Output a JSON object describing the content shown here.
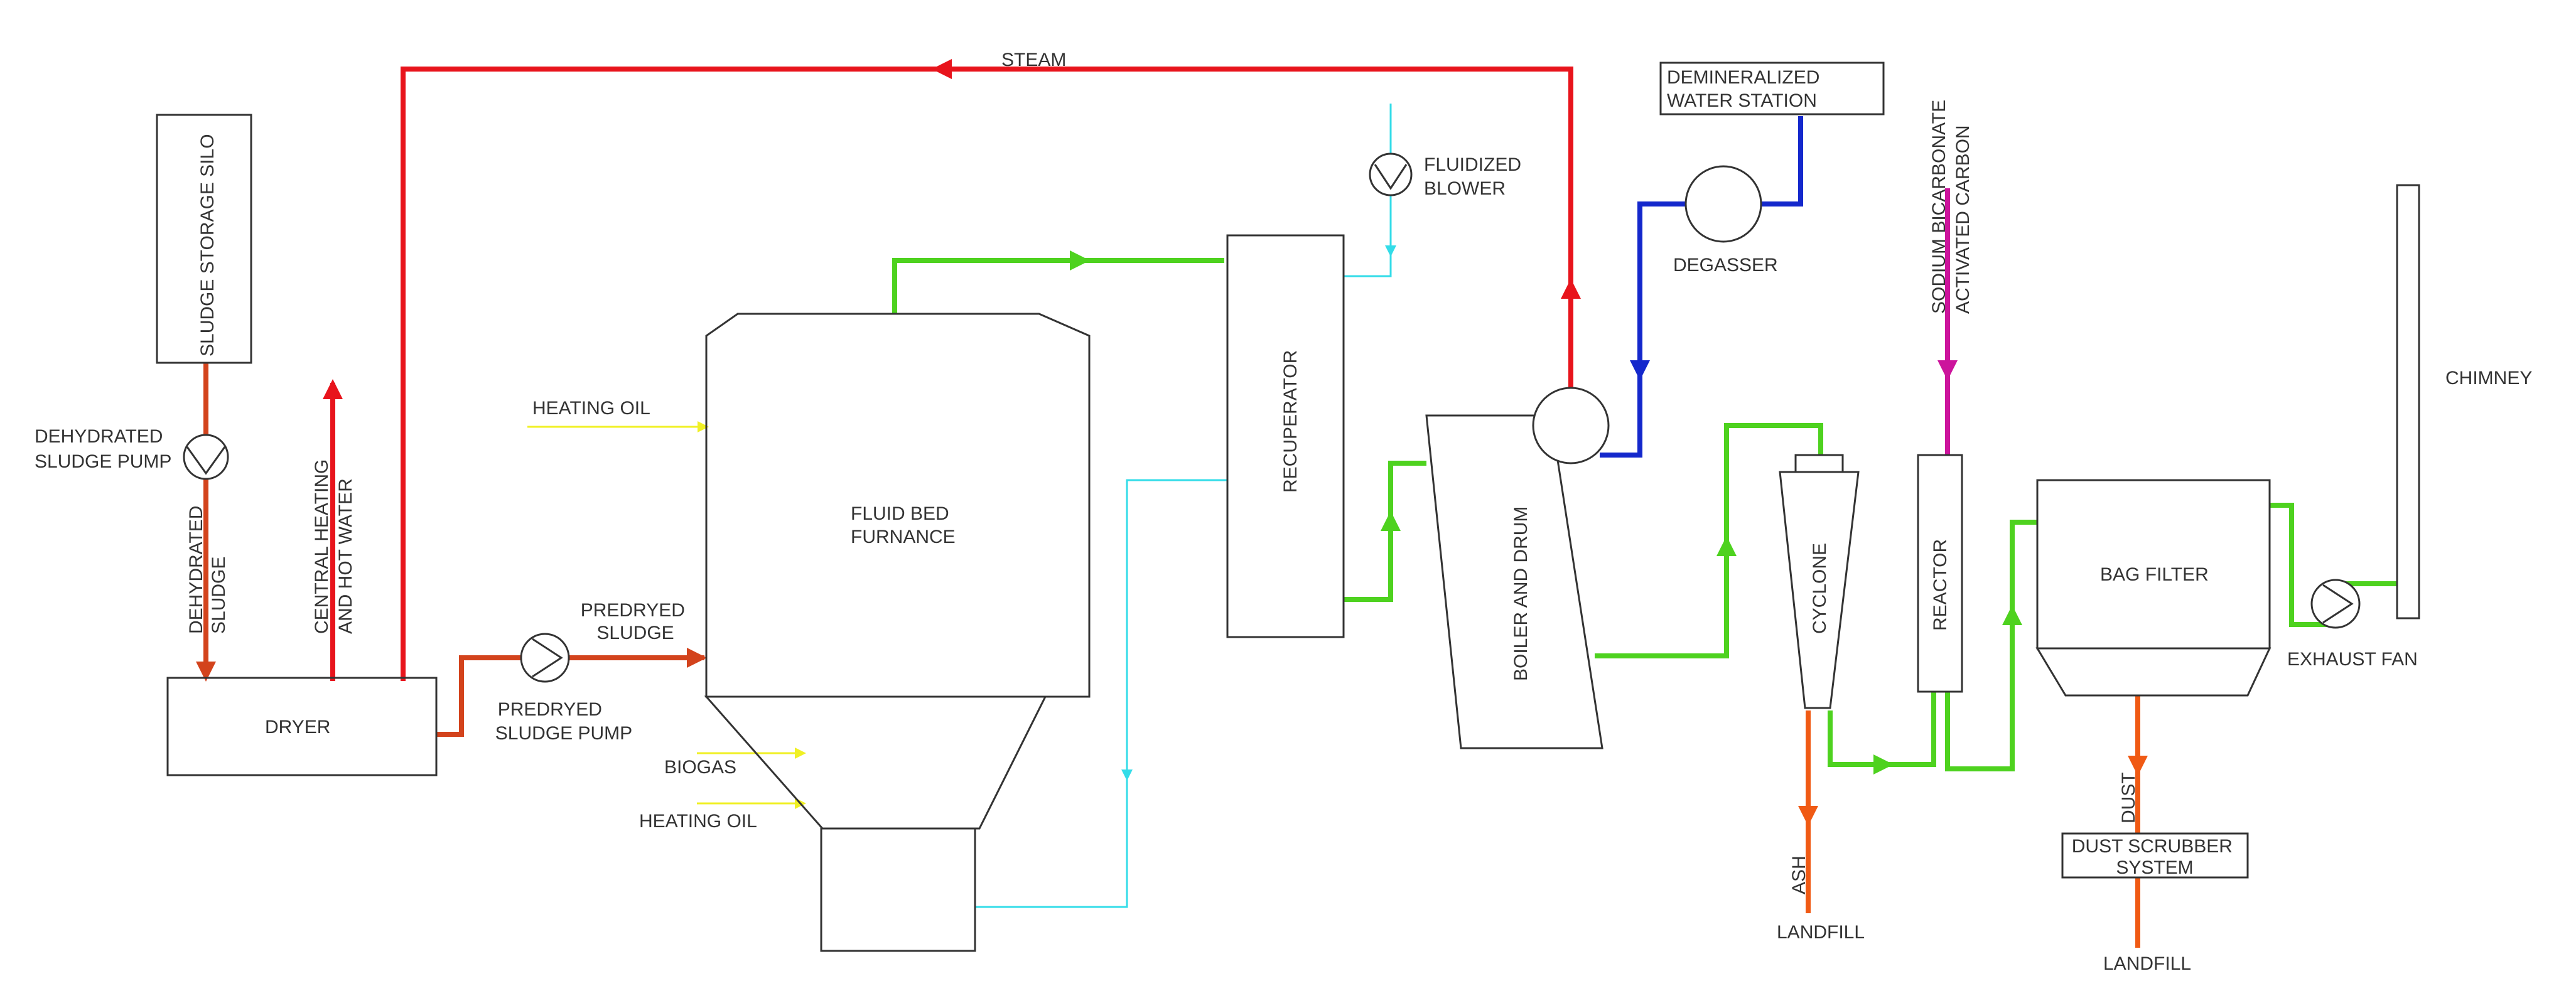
{
  "labels": {
    "sludge_storage_silo": "SLUDGE STORAGE SILO",
    "dehydrated_sludge_pump": [
      "DEHYDRATED",
      "SLUDGE PUMP"
    ],
    "dehydrated_sludge": [
      "DEHYDRATED",
      "SLUDGE"
    ],
    "central_heating": [
      "CENTRAL HEATING",
      "AND HOT WATER"
    ],
    "dryer": "DRYER",
    "predryed_sludge": [
      "PREDRYED",
      "SLUDGE"
    ],
    "predryed_sludge_pump": [
      "PREDRYED",
      "SLUDGE PUMP"
    ],
    "heating_oil_top": "HEATING OIL",
    "biogas": "BIOGAS",
    "heating_oil_bottom": "HEATING OIL",
    "fluid_bed_furnance": [
      "FLUID BED",
      "FURNANCE"
    ],
    "steam": "STEAM",
    "fluidized_blower": [
      "FLUIDIZED",
      "BLOWER"
    ],
    "recuperator": "RECUPERATOR",
    "boiler_and_drum": "BOILER AND DRUM",
    "demineralized_water_station": [
      "DEMINERALIZED",
      "WATER STATION"
    ],
    "degasser": "DEGASSER",
    "sodium_bicarbonate": [
      "SODIUM BICARBONATE",
      "ACTIVATED CARBON"
    ],
    "cyclone": "CYCLONE",
    "reactor": "REACTOR",
    "bag_filter": "BAG FILTER",
    "chimney": "CHIMNEY",
    "exhaust_fan": "EXHAUST FAN",
    "ash": "ASH",
    "landfill_ash": "LANDFILL",
    "dust": "DUST",
    "dust_scrubber_system": [
      "DUST SCRUBBER",
      "SYSTEM"
    ],
    "landfill_dust": "LANDFILL"
  },
  "colors": {
    "steam": "#e8141c",
    "sludge": "#d3431c",
    "ash_dust": "#f05a14",
    "flue_gas": "#4ed21f",
    "water": "#1428cc",
    "air": "#33dce8",
    "fuel": "#f0f024",
    "reagent": "#cc149c",
    "outline": "#333333"
  }
}
